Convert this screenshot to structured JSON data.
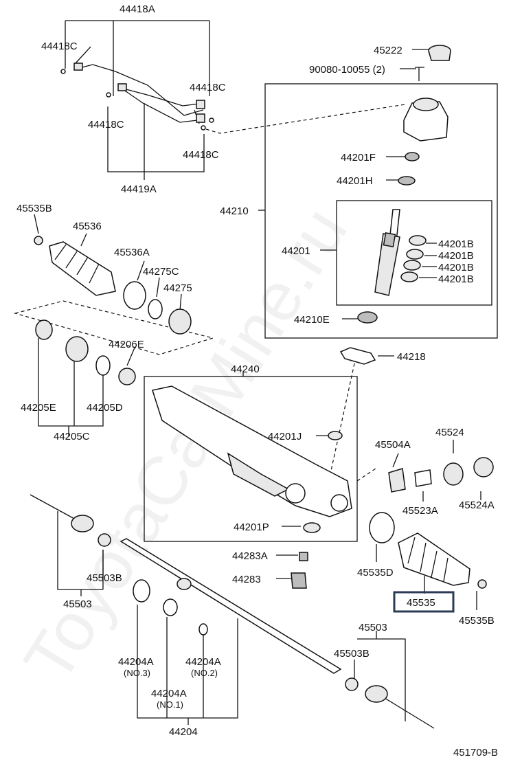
{
  "watermark": "ToyotaCarMine.ru",
  "figure_code": "451709-B",
  "highlighted_part": "45535",
  "labels": {
    "p44418A": "44418A",
    "p44418C_a": "44418C",
    "p44418C_b": "44418C",
    "p44418C_c": "44418C",
    "p44418C_d": "44418C",
    "p44419A": "44419A",
    "p45222": "45222",
    "p90080": "90080-10055 (2)",
    "p44201F": "44201F",
    "p44201H": "44201H",
    "p44210": "44210",
    "p44201": "44201",
    "p44201B_a": "44201B",
    "p44201B_b": "44201B",
    "p44201B_c": "44201B",
    "p44201B_d": "44201B",
    "p44210E": "44210E",
    "p44218": "44218",
    "p45535B_a": "45535B",
    "p45536": "45536",
    "p45536A": "45536A",
    "p44275C": "44275C",
    "p44275": "44275",
    "p44206E": "44206E",
    "p44205E": "44205E",
    "p44205D": "44205D",
    "p44205C": "44205C",
    "p44240": "44240",
    "p44201J": "44201J",
    "p44201P": "44201P",
    "p45504A": "45504A",
    "p45524": "45524",
    "p45523A": "45523A",
    "p45524A": "45524A",
    "p44283A": "44283A",
    "p44283": "44283",
    "p45535D": "45535D",
    "p45535": "45535",
    "p45535B_b": "45535B",
    "p45503B_a": "45503B",
    "p45503_a": "45503",
    "p45503_b": "45503",
    "p45503B_b": "45503B",
    "p44204A_3": "44204A",
    "p44204A_3n": "(NO.3)",
    "p44204A_2": "44204A",
    "p44204A_2n": "(NO.2)",
    "p44204A_1": "44204A",
    "p44204A_1n": "(NO.1)",
    "p44204": "44204"
  }
}
